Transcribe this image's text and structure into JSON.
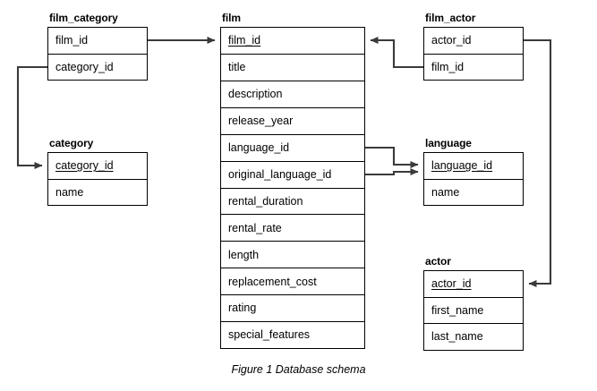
{
  "figure": {
    "caption": "Figure 1 Database schema",
    "stroke_color": "#000000",
    "background_color": "#ffffff"
  },
  "chart_data": {
    "type": "diagram",
    "title": "Figure 1 Database schema",
    "entities": [
      {
        "name": "film_category",
        "attributes": [
          "film_id",
          "category_id"
        ],
        "primary_keys": []
      },
      {
        "name": "category",
        "attributes": [
          "category_id",
          "name"
        ],
        "primary_keys": [
          "category_id"
        ]
      },
      {
        "name": "film",
        "attributes": [
          "film_id",
          "title",
          "description",
          "release_year",
          "language_id",
          "original_language_id",
          "rental_duration",
          "rental_rate",
          "length",
          "replacement_cost",
          "rating",
          "special_features"
        ],
        "primary_keys": [
          "film_id"
        ]
      },
      {
        "name": "film_actor",
        "attributes": [
          "actor_id",
          "film_id"
        ],
        "primary_keys": []
      },
      {
        "name": "language",
        "attributes": [
          "language_id",
          "name"
        ],
        "primary_keys": [
          "language_id"
        ]
      },
      {
        "name": "actor",
        "attributes": [
          "actor_id",
          "first_name",
          "last_name"
        ],
        "primary_keys": [
          "actor_id"
        ]
      }
    ],
    "relationships": [
      {
        "from": "film_category.film_id",
        "to": "film.film_id"
      },
      {
        "from": "film_category.category_id",
        "to": "category.category_id"
      },
      {
        "from": "film.language_id",
        "to": "language.language_id"
      },
      {
        "from": "film.original_language_id",
        "to": "language.language_id"
      },
      {
        "from": "film_actor.film_id",
        "to": "film.film_id"
      },
      {
        "from": "film_actor.actor_id",
        "to": "actor.actor_id"
      }
    ]
  },
  "entities": {
    "film_category": {
      "title": "film_category",
      "attrs": [
        "film_id",
        "category_id"
      ]
    },
    "category": {
      "title": "category",
      "attrs": [
        "category_id",
        "name"
      ]
    },
    "film": {
      "title": "film",
      "attrs": [
        "film_id",
        "title",
        "description",
        "release_year",
        "language_id",
        "original_language_id",
        "rental_duration",
        "rental_rate",
        "length",
        "replacement_cost",
        "rating",
        "special_features"
      ]
    },
    "film_actor": {
      "title": "film_actor",
      "attrs": [
        "actor_id",
        "film_id"
      ]
    },
    "language": {
      "title": "language",
      "attrs": [
        "language_id",
        "name"
      ]
    },
    "actor": {
      "title": "actor",
      "attrs": [
        "actor_id",
        "first_name",
        "last_name"
      ]
    }
  }
}
